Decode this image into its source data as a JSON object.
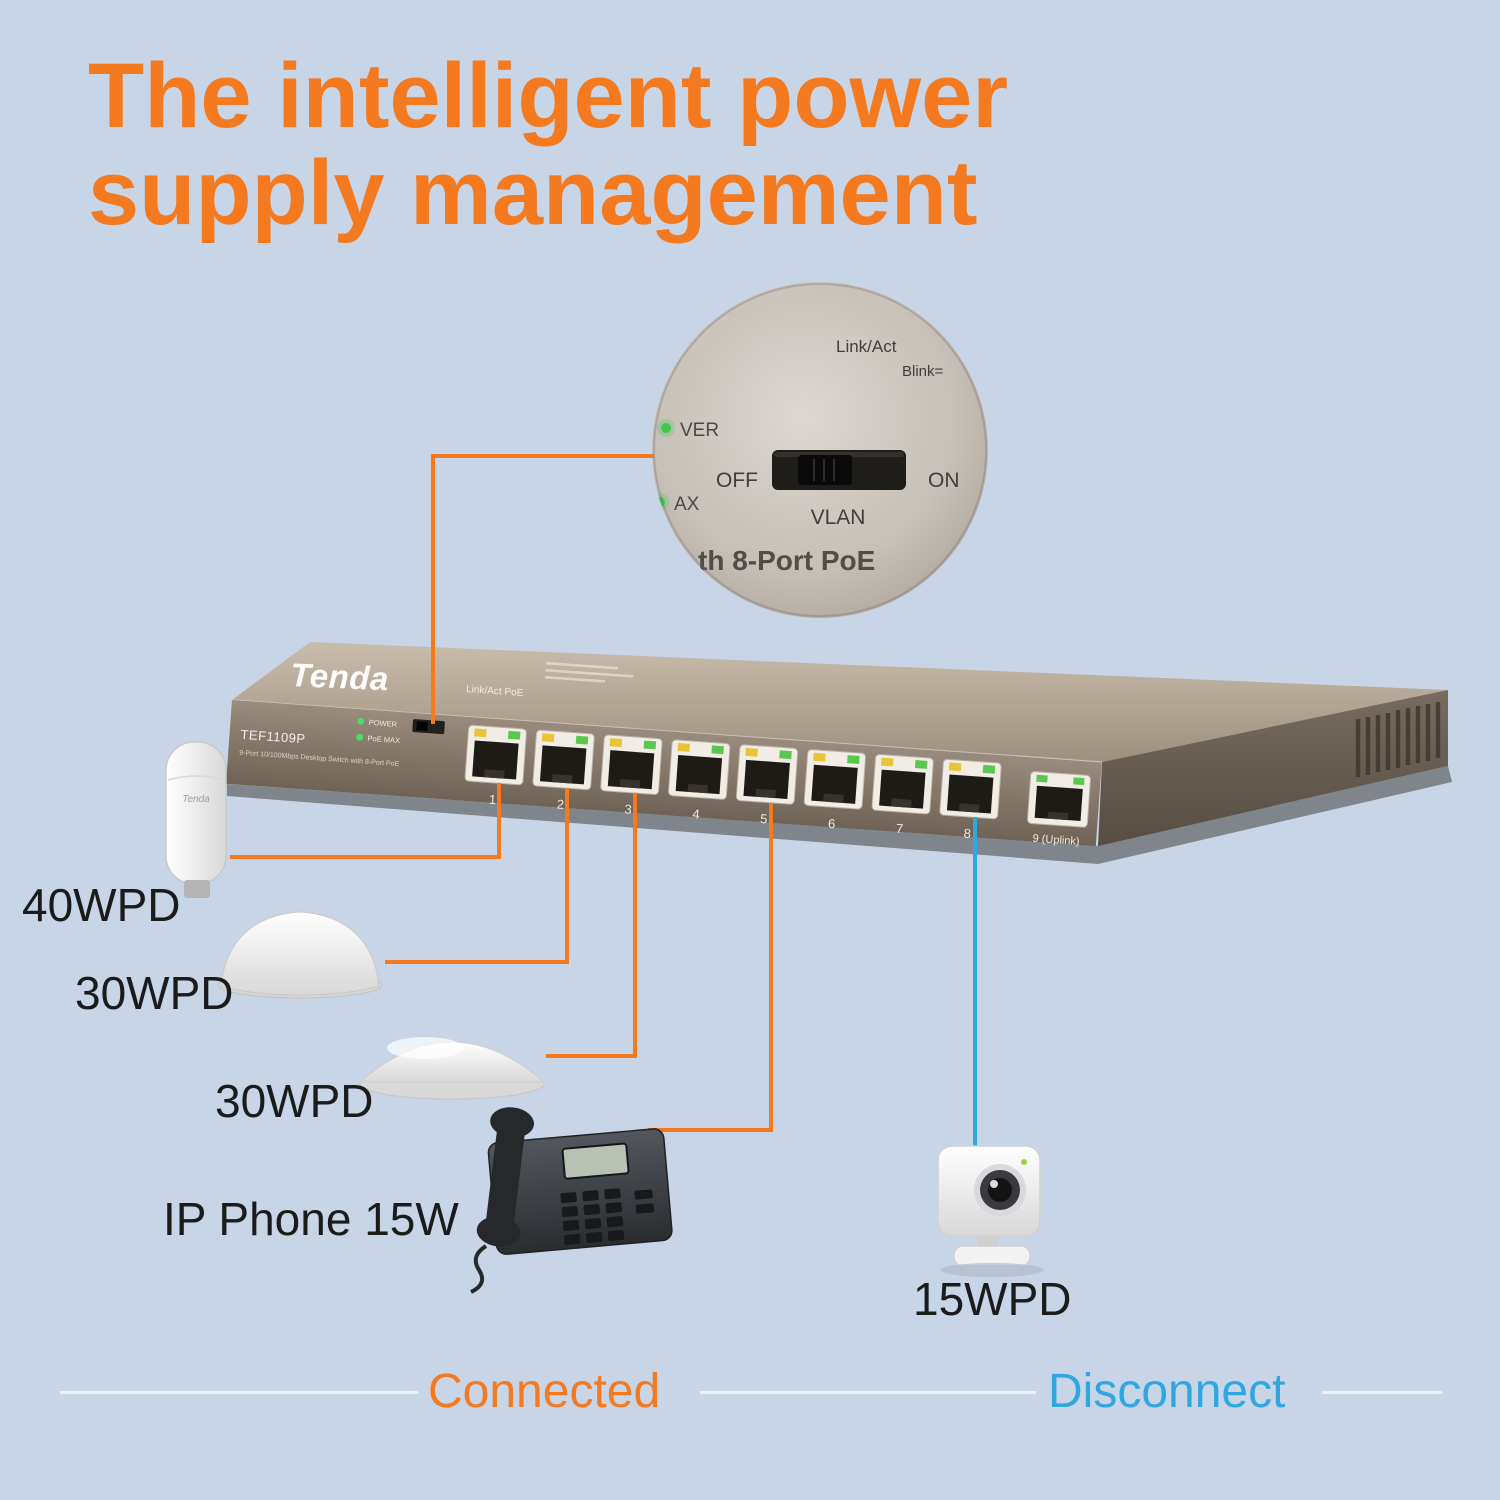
{
  "title": {
    "line1": "The intelligent power",
    "line2": "supply management"
  },
  "inset": {
    "link_act": "Link/Act",
    "blink": "Blink=",
    "power_partial": "VER",
    "max_partial": "AX",
    "off_label": "OFF",
    "on_label": "ON",
    "vlan_label": "VLAN",
    "poe_caption": "th 8-Port PoE"
  },
  "switch": {
    "brand": "Tenda",
    "model": "TEF1109P",
    "subtitle": "9-Port 10/100Mbps Desktop Switch with 8-Port PoE",
    "led_power_label": "POWER",
    "led_poe_label": "PoE MAX",
    "port_header": "Link/Act  PoE",
    "ports": [
      "1",
      "2",
      "3",
      "4",
      "5",
      "6",
      "7",
      "8"
    ],
    "uplink_label": "9 (Uplink)"
  },
  "devices": [
    {
      "type": "outdoor-ap",
      "label": "40WPD",
      "badge": "Tenda"
    },
    {
      "type": "ceiling-ap-cone",
      "label": "30WPD"
    },
    {
      "type": "ceiling-ap-dome",
      "label": "30WPD"
    },
    {
      "type": "ip-phone",
      "label": "IP Phone 15W"
    },
    {
      "type": "ip-camera",
      "label": "15WPD"
    }
  ],
  "legend": {
    "connected": "Connected",
    "disconnect": "Disconnect"
  },
  "colors": {
    "accent_orange": "#F4791F",
    "accent_blue": "#2FA8E1",
    "background": "#C7D5E7"
  }
}
